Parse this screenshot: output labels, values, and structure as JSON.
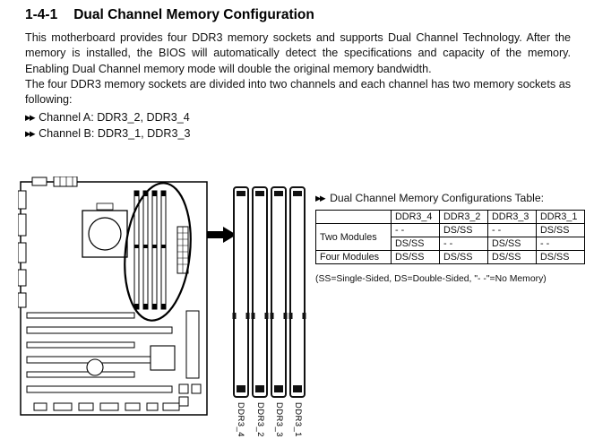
{
  "doc": {
    "section_number": "1-4-1",
    "section_title": "Dual Channel Memory Configuration",
    "paragraphs": [
      "This motherboard provides four DDR3 memory sockets and supports Dual Channel Technology. After the memory is installed, the BIOS will automatically detect the specifications and capacity of the memory. Enabling Dual Channel memory mode will double the original memory bandwidth.",
      "The four DDR3 memory sockets are divided into two channels and each channel has two memory sockets as following:"
    ],
    "channels": [
      {
        "marker": "▶▶",
        "text": "Channel A: DDR3_2, DDR3_4"
      },
      {
        "marker": "▶▶",
        "text": "Channel B: DDR3_1, DDR3_3"
      }
    ]
  },
  "diagram": {
    "dimm_labels": [
      "DDR3_4",
      "DDR3_2",
      "DDR3_3",
      "DDR3_1"
    ]
  },
  "memory_table": {
    "marker": "▶▶",
    "title": "Dual Channel Memory Configurations Table:",
    "columns": [
      "DDR3_4",
      "DDR3_2",
      "DDR3_3",
      "DDR3_1"
    ],
    "rows": [
      {
        "label": "Two Modules",
        "values": [
          "- -",
          "DS/SS",
          "- -",
          "DS/SS"
        ]
      },
      {
        "label": "",
        "values": [
          "DS/SS",
          "- -",
          "DS/SS",
          "- -"
        ]
      },
      {
        "label": "Four Modules",
        "values": [
          "DS/SS",
          "DS/SS",
          "DS/SS",
          "DS/SS"
        ]
      }
    ],
    "footnote": "(SS=Single-Sided, DS=Double-Sided, \"- -\"=No Memory)"
  }
}
